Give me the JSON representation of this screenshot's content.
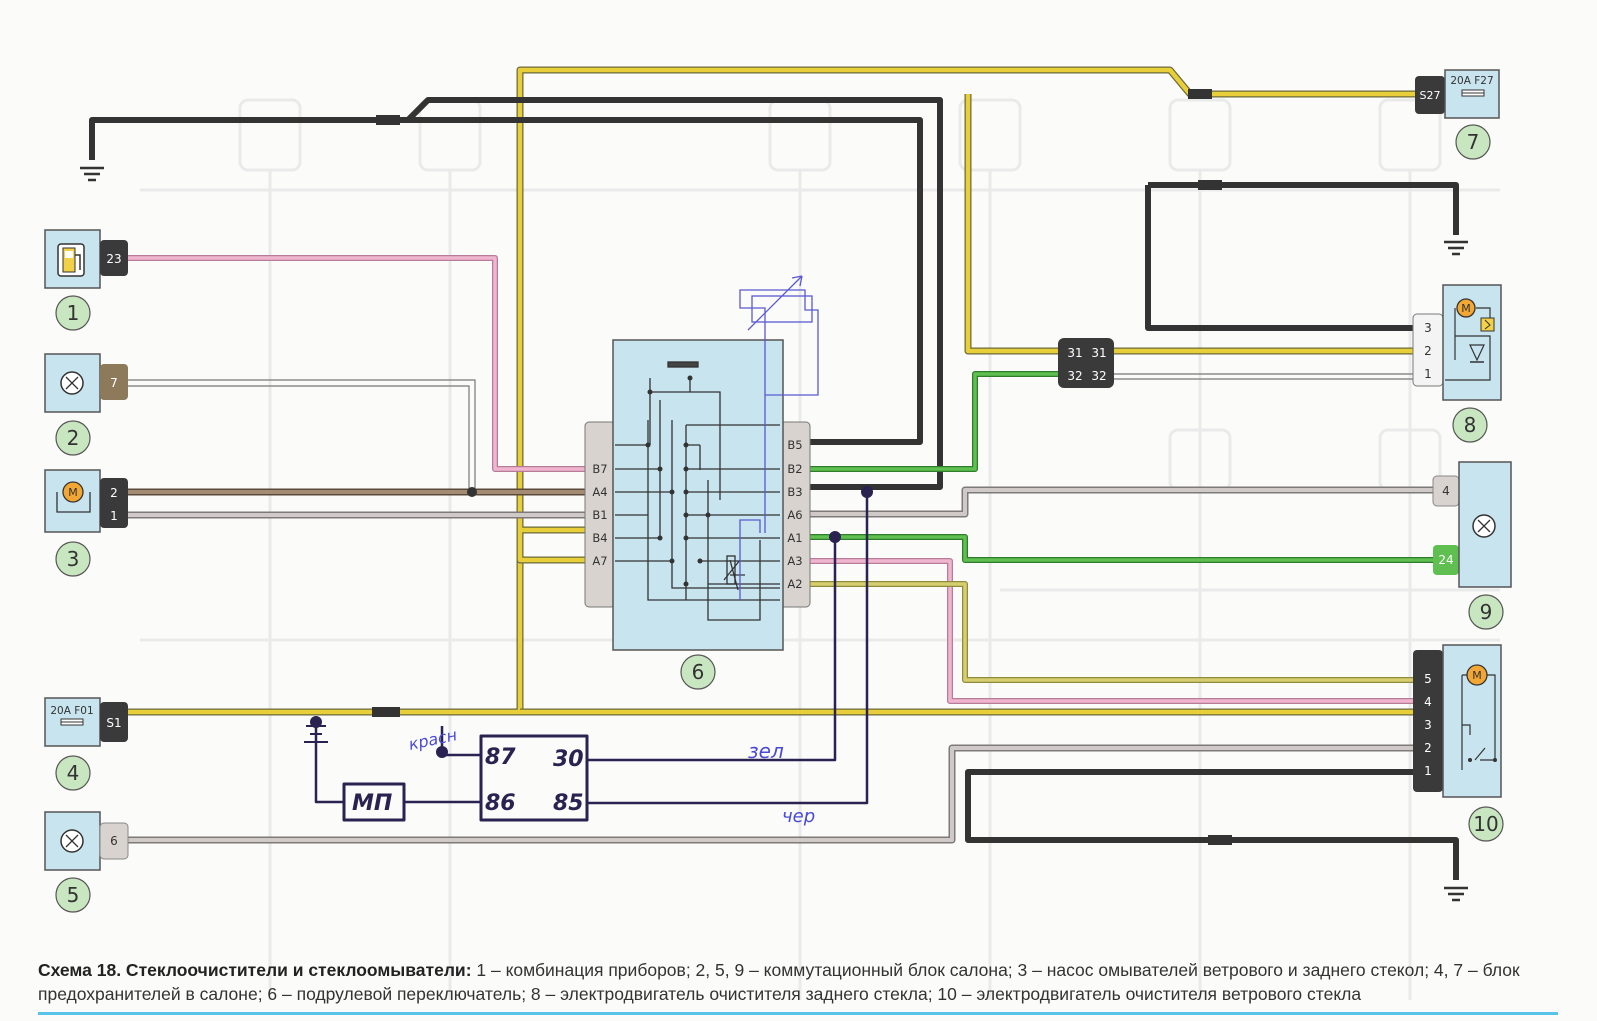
{
  "caption": {
    "title": "Схема 18. Стеклоочистители и стеклоомыватели:",
    "text": " 1 – комбинация приборов; 2, 5, 9 – коммутационный блок салона; 3 – насос омывателей ветрового и заднего стекол; 4, 7 – блок предохранителей в салоне; 6 – подрулевой переключатель; 8 – электродвигатель очистителя заднего стекла; 10 – электродвигатель очистителя ветрового стекла"
  },
  "components": {
    "c1": {
      "number": "1",
      "pin": "23"
    },
    "c2": {
      "number": "2",
      "pin": "7"
    },
    "c3": {
      "number": "3",
      "pins": [
        "2",
        "1"
      ],
      "motor": "M"
    },
    "c4": {
      "number": "4",
      "fuse": "20A F01",
      "pin": "S1"
    },
    "c5": {
      "number": "5",
      "pin": "6"
    },
    "c6": {
      "number": "6",
      "left_pins": [
        "B7",
        "A4",
        "B1",
        "B4",
        "A7"
      ],
      "right_pins": [
        "B5",
        "B2",
        "B3",
        "A6",
        "A1",
        "A3",
        "A2"
      ]
    },
    "c7": {
      "number": "7",
      "fuse": "20A F27",
      "pin": "S27"
    },
    "c8": {
      "number": "8",
      "pins": [
        "3",
        "2",
        "1"
      ],
      "motor": "M"
    },
    "c9": {
      "number": "9",
      "pins": [
        "4",
        "24"
      ]
    },
    "c10": {
      "number": "10",
      "pins": [
        "5",
        "4",
        "3",
        "2",
        "1"
      ],
      "motor": "M"
    },
    "connector": {
      "pins": [
        "31",
        "31",
        "32",
        "32"
      ]
    }
  },
  "handwritten": {
    "relay_pins": [
      "87",
      "30",
      "86",
      "85"
    ],
    "mp": "МП",
    "label_krasn": "красн",
    "label_zel": "зел",
    "label_cher": "чер"
  },
  "colors": {
    "yellow": "#e8cf3a",
    "black": "#333333",
    "pink": "#e2a3c0",
    "brown": "#8a7560",
    "gray": "#b9b6b4",
    "green": "#4fae45",
    "olive": "#c9c25a",
    "component_blue": "#c8e4ef",
    "number_circle": "#c8e6c0",
    "handwriting": "#2a2250"
  }
}
